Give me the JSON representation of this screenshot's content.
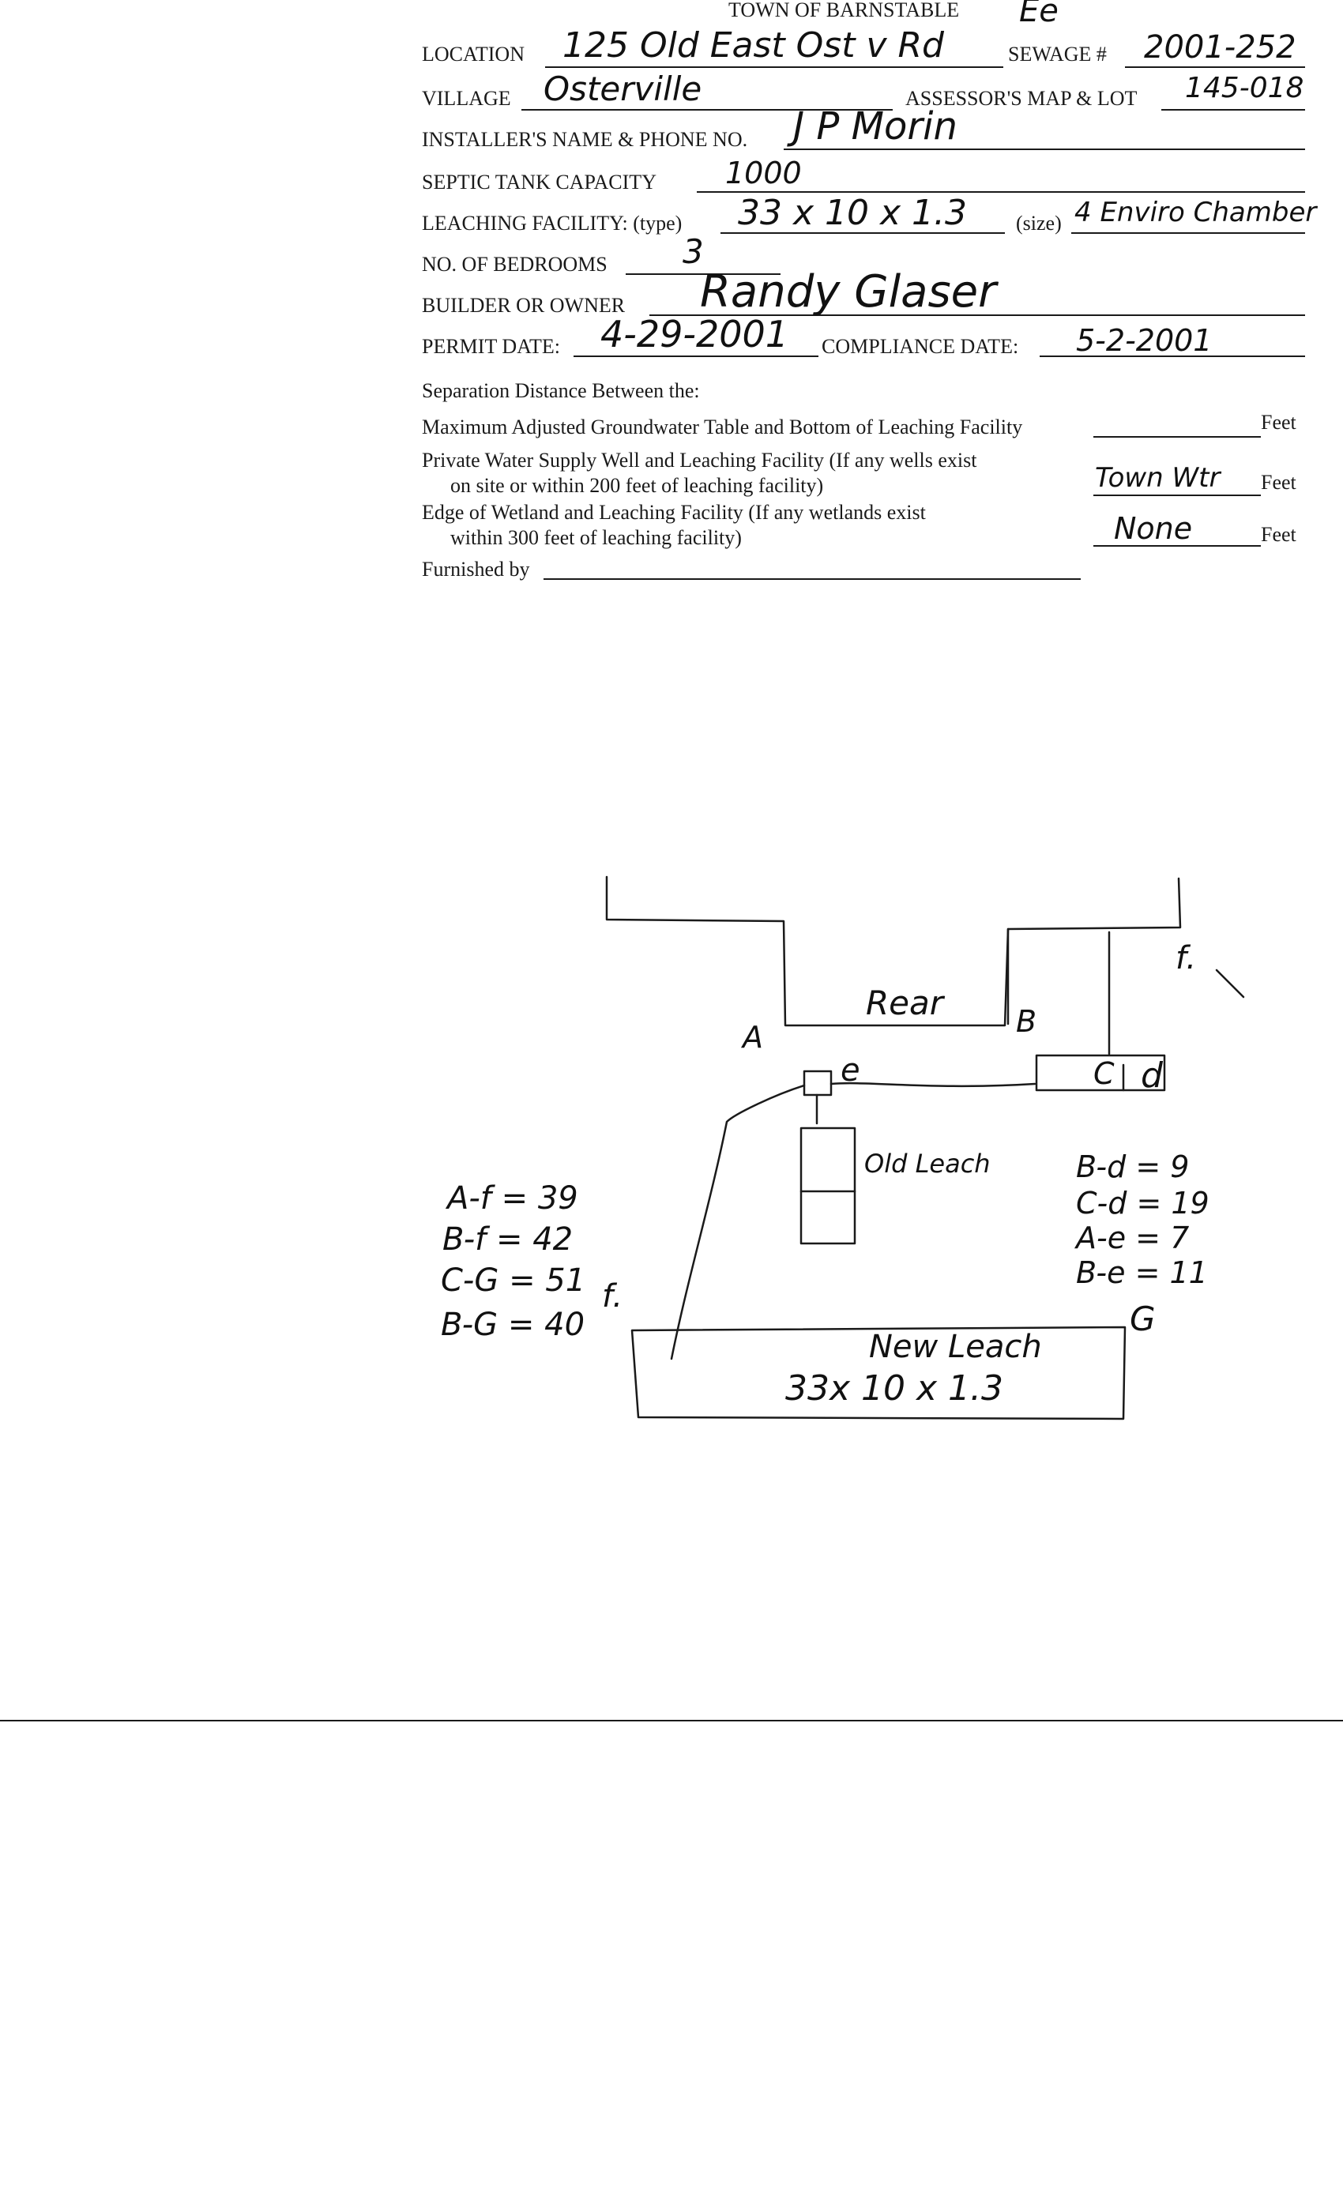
{
  "form": {
    "town_title": "TOWN OF BARNSTABLE",
    "town_title_annotation": "Ee",
    "location": {
      "label": "LOCATION",
      "value": "125 Old East Ost v Rd"
    },
    "sewage": {
      "label": "SEWAGE #",
      "value": "2001-252"
    },
    "village": {
      "label": "VILLAGE",
      "value": "Osterville"
    },
    "assessor": {
      "label": "ASSESSOR'S MAP & LOT",
      "value": "145-018"
    },
    "installer": {
      "label": "INSTALLER'S NAME & PHONE NO.",
      "value": "J P Morin"
    },
    "septic_tank": {
      "label": "SEPTIC TANK CAPACITY",
      "value": "1000"
    },
    "leaching_type": {
      "label": "LEACHING FACILITY: (type)",
      "value": "33 x 10 x 1.3"
    },
    "leaching_size": {
      "label": "(size)",
      "value": "4 Enviro Chamber"
    },
    "bedrooms": {
      "label": "NO. OF BEDROOMS",
      "value": "3"
    },
    "builder": {
      "label": "BUILDER OR OWNER",
      "value": "Randy Glaser"
    },
    "permit_date": {
      "label": "PERMIT DATE:",
      "value": "4-29-2001"
    },
    "compliance_date": {
      "label": "COMPLIANCE DATE:",
      "value": "5-2-2001"
    },
    "separation_heading": "Separation Distance Between the:",
    "groundwater": {
      "label": "Maximum Adjusted Groundwater Table and Bottom of Leaching Facility",
      "value": "",
      "unit": "Feet"
    },
    "well": {
      "label_line1": "Private Water Supply Well and Leaching Facility  (If any wells exist",
      "label_line2": "on site or within 200 feet of leaching facility)",
      "value": "Town Wtr",
      "unit": "Feet"
    },
    "wetland": {
      "label_line1": "Edge of Wetland and Leaching Facility (If any wetlands exist",
      "label_line2": "within 300 feet of leaching facility)",
      "value": "None",
      "unit": "Feet"
    },
    "furnished_by": {
      "label": "Furnished by",
      "value": ""
    }
  },
  "sketch": {
    "rear_label": "Rear",
    "point_a": "A",
    "point_b": "B",
    "point_c": "C",
    "point_d": "d",
    "point_e": "e",
    "point_f": "f.",
    "point_g": "G",
    "old_leach_label": "Old Leach",
    "new_leach_label": "New Leach",
    "new_leach_dims": "33x 10 x 1.3",
    "left_measurements": [
      "A-f = 39",
      "B-f = 42",
      "C-G = 51",
      "B-G = 40"
    ],
    "right_measurements": [
      "B-d = 9",
      "C-d = 19",
      "A-e = 7",
      "B-e = 11"
    ]
  }
}
